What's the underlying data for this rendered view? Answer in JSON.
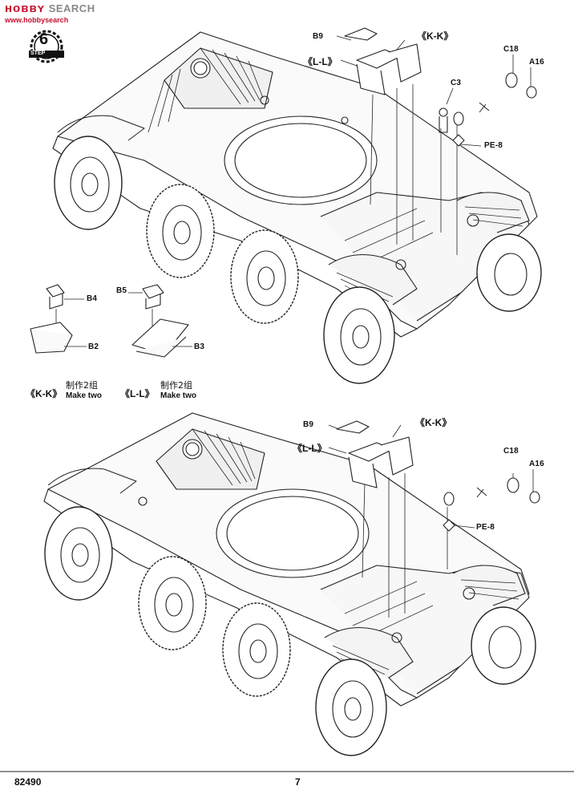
{
  "watermark": {
    "main": "ʜᴏʙʙʏ",
    "search": "SEARCH",
    "sub": "www.hobbysearch"
  },
  "step": {
    "number": "6",
    "word": "STEP"
  },
  "top_assembly": {
    "labels": {
      "b9": "B9",
      "kk": "《K-K》",
      "ll": "《L-L》",
      "c3": "C3",
      "c18": "C18",
      "a16": "A16",
      "pe8": "PE-8"
    }
  },
  "sub_assemblies": {
    "kk": {
      "part_top": "B4",
      "part_bottom": "B2",
      "title": "《K-K》",
      "cn": "制作2组",
      "en": "Make two"
    },
    "ll": {
      "part_top": "B5",
      "part_bottom": "B3",
      "title": "《L-L》",
      "cn": "制作2组",
      "en": "Make two"
    }
  },
  "bottom_assembly": {
    "labels": {
      "b9": "B9",
      "kk": "《K-K》",
      "ll": "《L-L》",
      "c18": "C18",
      "a16": "A16",
      "pe8": "PE-8"
    }
  },
  "footer": {
    "product_code": "82490",
    "page_number": "7"
  }
}
